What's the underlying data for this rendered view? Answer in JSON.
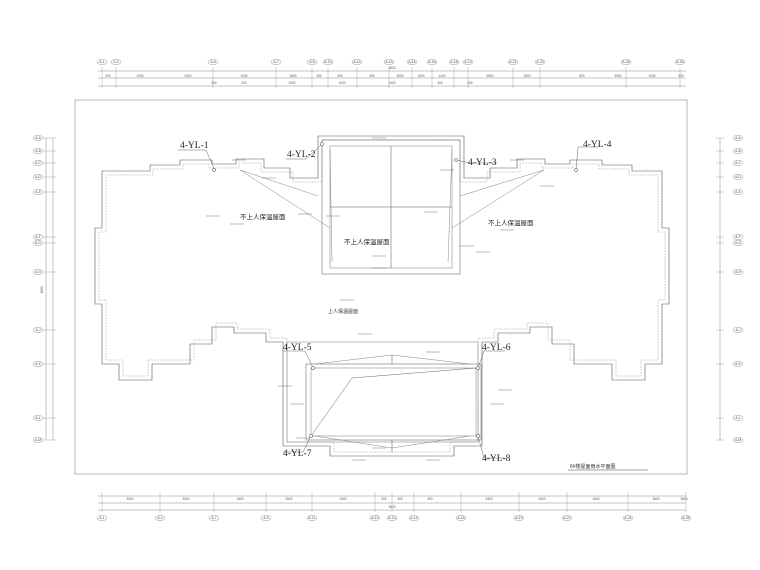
{
  "drawing": {
    "title": "6#楼屋面雨水平面图"
  },
  "dims": {
    "top_overall": "3620",
    "bottom_overall": "3620",
    "left_overall": "1850",
    "top_row1": [
      "200",
      "1250",
      "3300",
      "1000",
      "2600",
      "350",
      "300",
      "250",
      "3500",
      "1900",
      "1100",
      "2800",
      "1500",
      "800",
      "3300",
      "1000",
      "200"
    ],
    "top_row2": [
      "300",
      "200",
      "1000",
      "1000",
      "1000",
      "300",
      "200"
    ],
    "bottom_row": [
      "3600",
      "3600",
      "1500",
      "2600",
      "3300",
      "300",
      "400",
      "300",
      "3300",
      "2600",
      "1500",
      "3600",
      "3600"
    ]
  },
  "axes": {
    "top": [
      "A-1",
      "A-2",
      "A-5",
      "A-7",
      "A-8",
      "A-10",
      "A-12",
      "A-13",
      "A-14",
      "A-16",
      "A-18",
      "A-19",
      "A-21",
      "A-23",
      "A-25",
      "A-26"
    ],
    "bottom": [
      "A-1",
      "A-4",
      "A-7",
      "A-9",
      "A-11",
      "A-12",
      "A-13",
      "A-14",
      "A-16",
      "A-19",
      "A-21",
      "A-24",
      "A-26"
    ],
    "left": [
      "A-A",
      "A-B",
      "A-C",
      "A-D",
      "A-E",
      "A-F",
      "A-G",
      "A-H",
      "A-J",
      "A-K",
      "A-L",
      "A-M"
    ],
    "right": [
      "A-A",
      "A-B",
      "A-C",
      "A-D",
      "A-E",
      "A-F",
      "A-G",
      "A-H",
      "A-J",
      "A-K",
      "A-L",
      "A-M"
    ]
  },
  "downpipes": [
    "4-YL-1",
    "4-YL-2",
    "4-YL-3",
    "4-YL-4",
    "4-YL-5",
    "4-YL-6",
    "4-YL-7",
    "4-YL-8"
  ],
  "roof_zones": {
    "left": "不上人保温屋面",
    "right": "不上人保温屋面",
    "center": "不上人保温屋面",
    "main": "上人保温屋面"
  }
}
